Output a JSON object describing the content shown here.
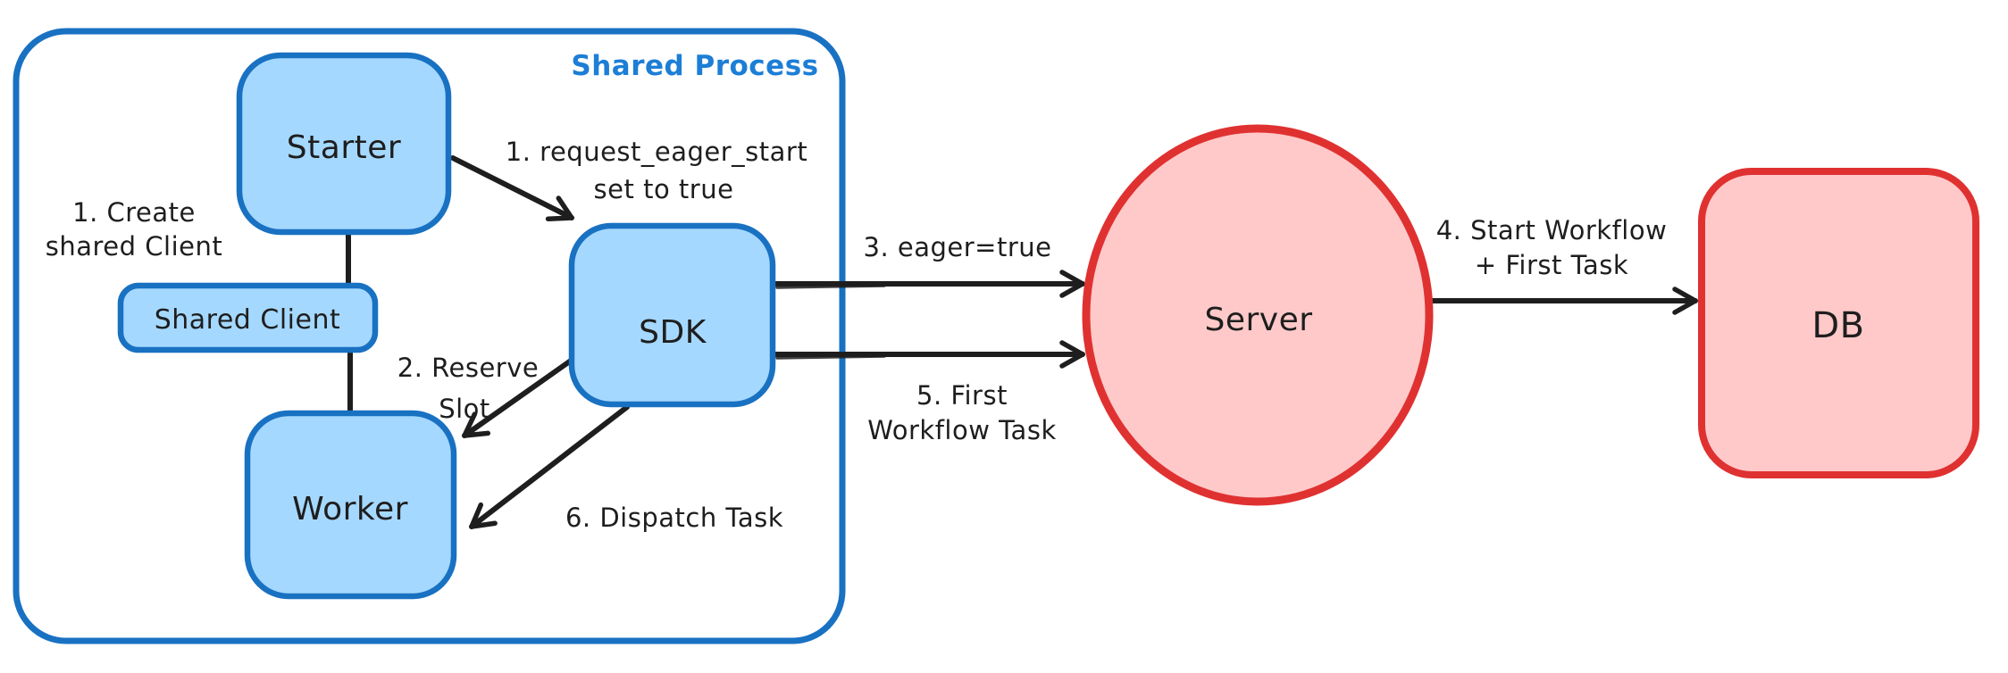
{
  "diagram": {
    "container": {
      "label": "Shared Process"
    },
    "nodes": {
      "starter": {
        "label": "Starter"
      },
      "shared_client": {
        "label": "Shared Client"
      },
      "worker": {
        "label": "Worker"
      },
      "sdk": {
        "label": "SDK"
      },
      "server": {
        "label": "Server"
      },
      "db": {
        "label": "DB"
      }
    },
    "annotations": {
      "create_client": {
        "line1": "1. Create",
        "line2": "shared Client"
      },
      "request_eager_start": {
        "line1": "1. request_eager_start",
        "line2": "set to true"
      },
      "reserve_slot": {
        "line1": "2. Reserve",
        "line2": "Slot"
      },
      "eager_true": {
        "line1": "3. eager=true"
      },
      "start_workflow": {
        "line1": "4. Start Workflow",
        "line2": "+ First Task"
      },
      "first_workflow_task": {
        "line1": "5. First",
        "line2": "Workflow Task"
      },
      "dispatch_task": {
        "line1": "6. Dispatch Task"
      }
    },
    "colors": {
      "blue_stroke": "#1971c2",
      "blue_fill": "#a5d8ff",
      "blue_label": "#1c7ed6",
      "red_stroke": "#e03131",
      "red_fill": "#ffc9c9",
      "ink": "#1e1e1e",
      "background": "#ffffff"
    }
  }
}
